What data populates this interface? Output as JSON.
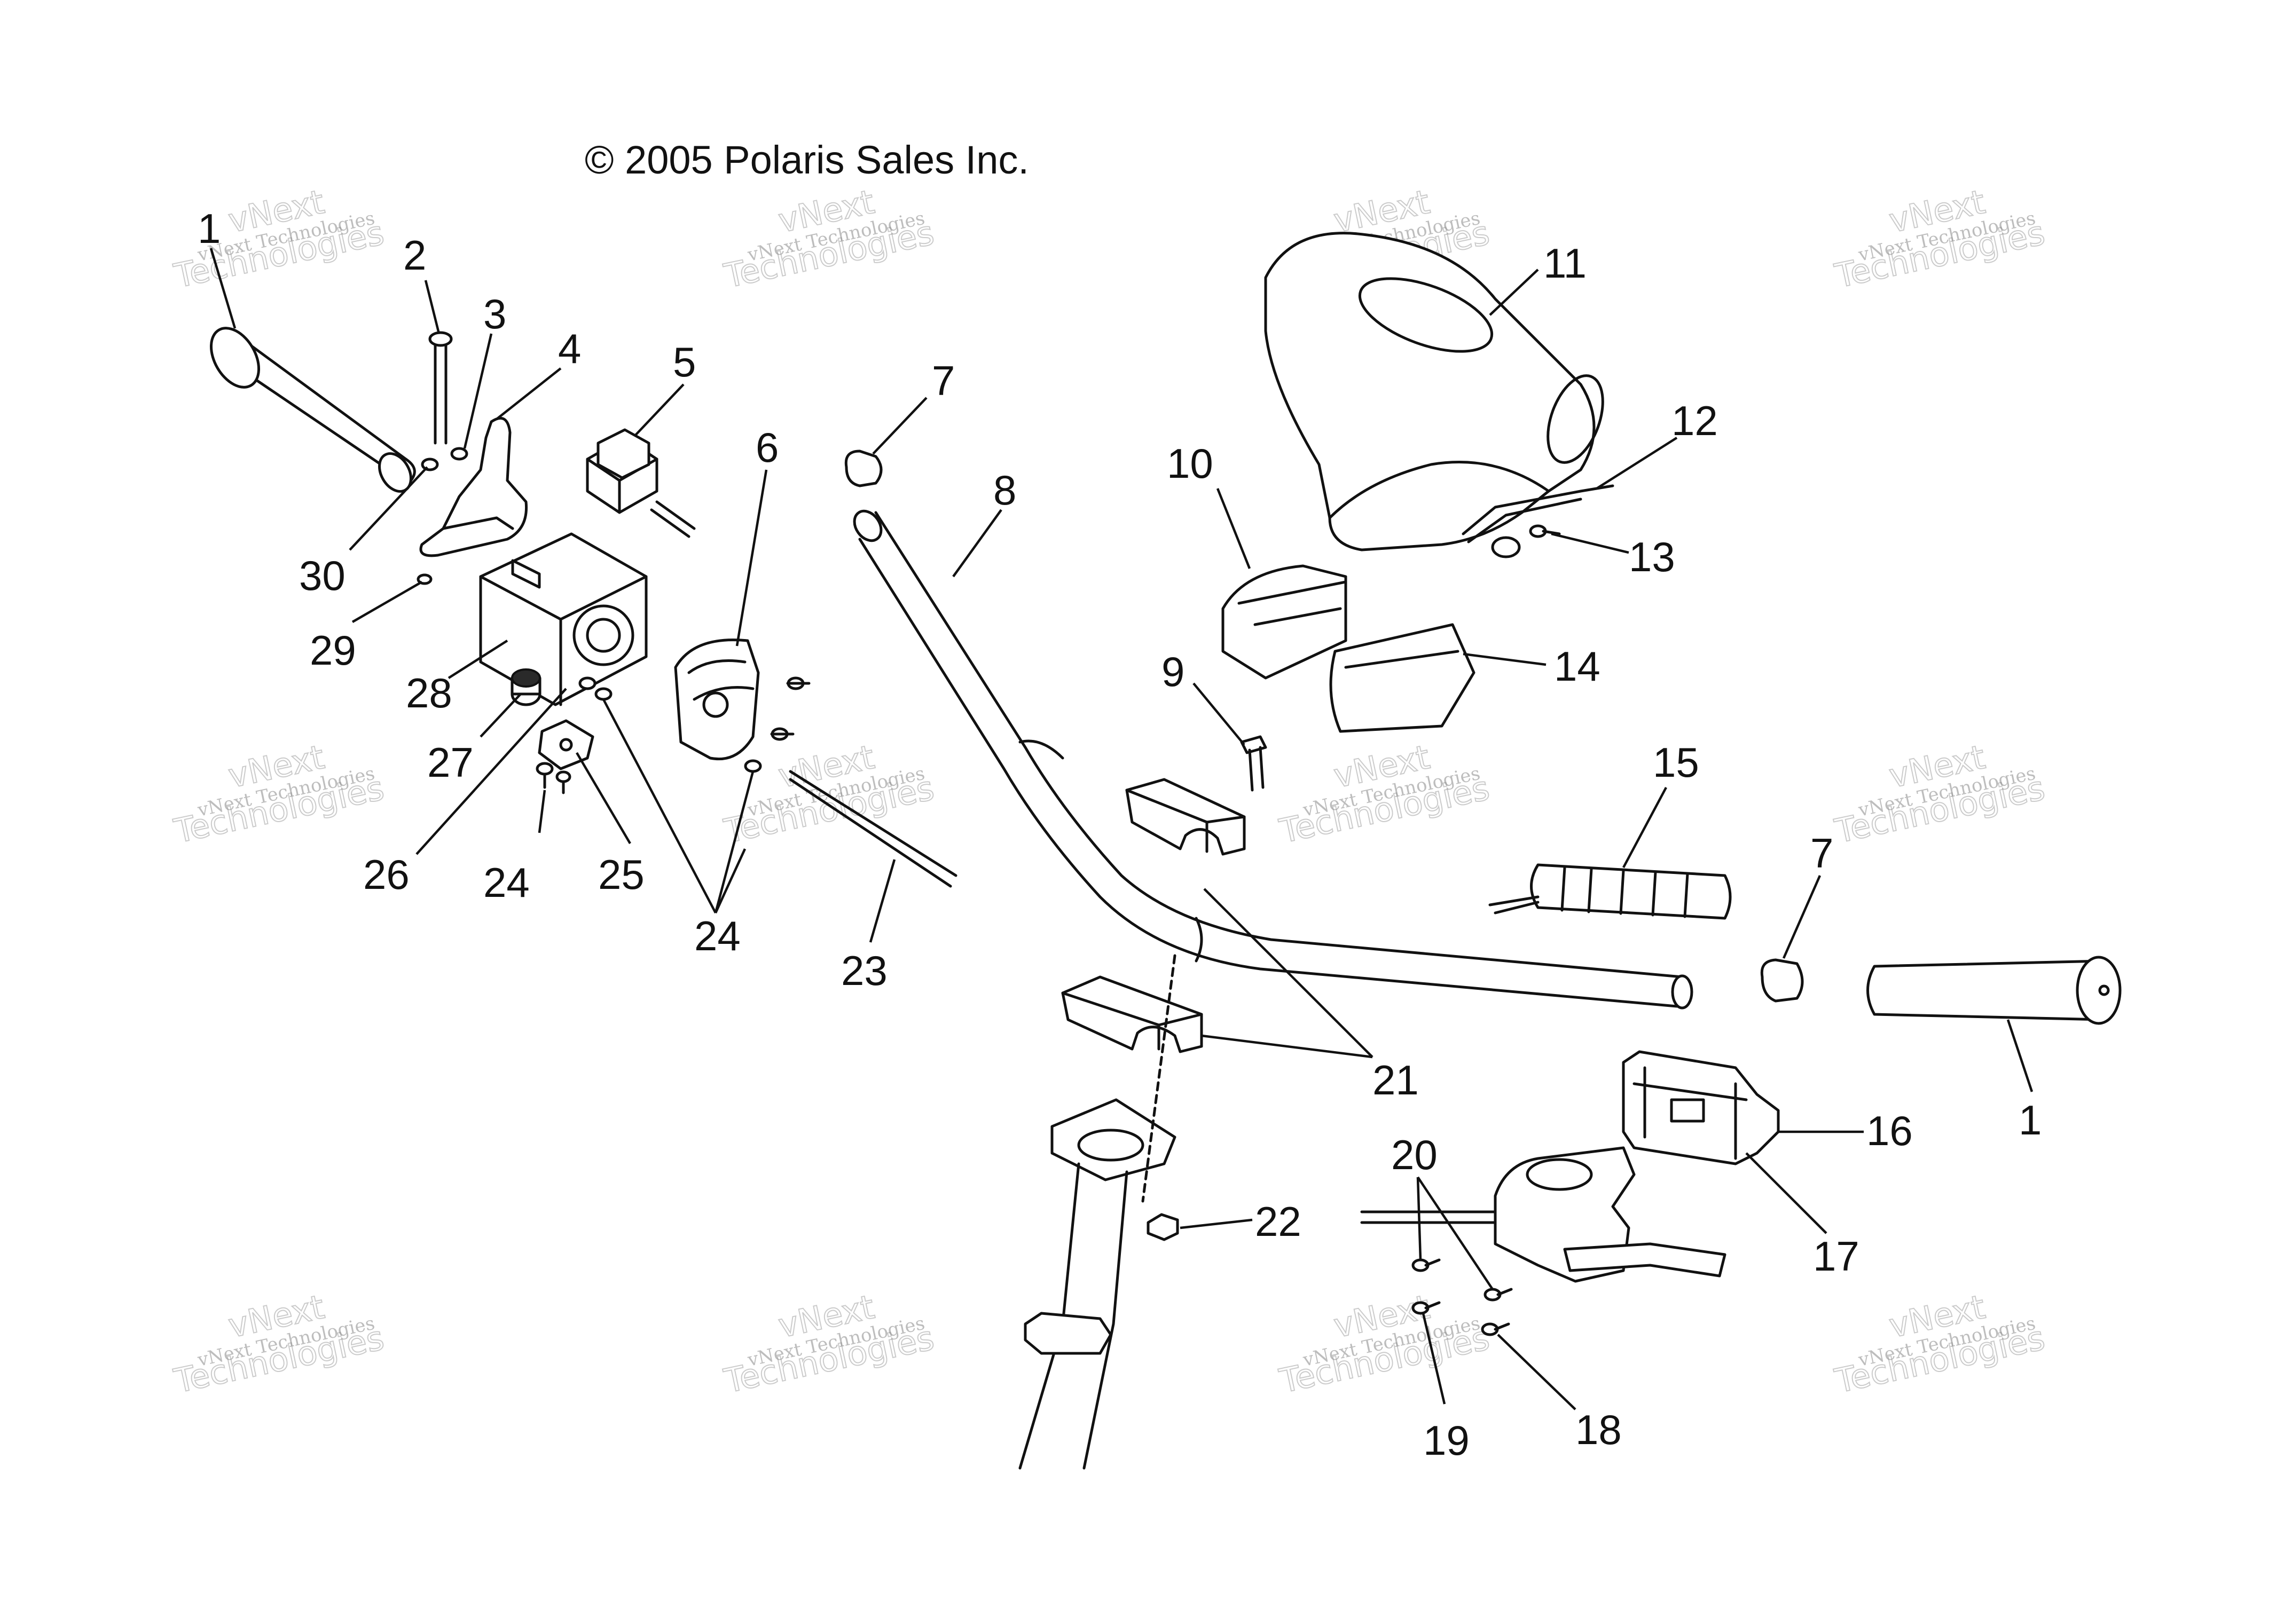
{
  "copyright": "© 2005 Polaris Sales Inc.",
  "watermark": {
    "line1": "vNext Technologies",
    "line2": "Technologies",
    "line3": "vNext"
  },
  "callouts": {
    "c1_left": "1",
    "c2": "2",
    "c3": "3",
    "c4": "4",
    "c5": "5",
    "c6": "6",
    "c7_top": "7",
    "c7_right": "7",
    "c8": "8",
    "c9": "9",
    "c10": "10",
    "c11": "11",
    "c12": "12",
    "c13": "13",
    "c14": "14",
    "c15": "15",
    "c16": "16",
    "c1_right": "1",
    "c17": "17",
    "c18": "18",
    "c19": "19",
    "c20": "20",
    "c21": "21",
    "c22": "22",
    "c23": "23",
    "c24_a": "24",
    "c24_b": "24",
    "c25": "25",
    "c26": "26",
    "c27": "27",
    "c28": "28",
    "c29": "29",
    "c30": "30"
  }
}
